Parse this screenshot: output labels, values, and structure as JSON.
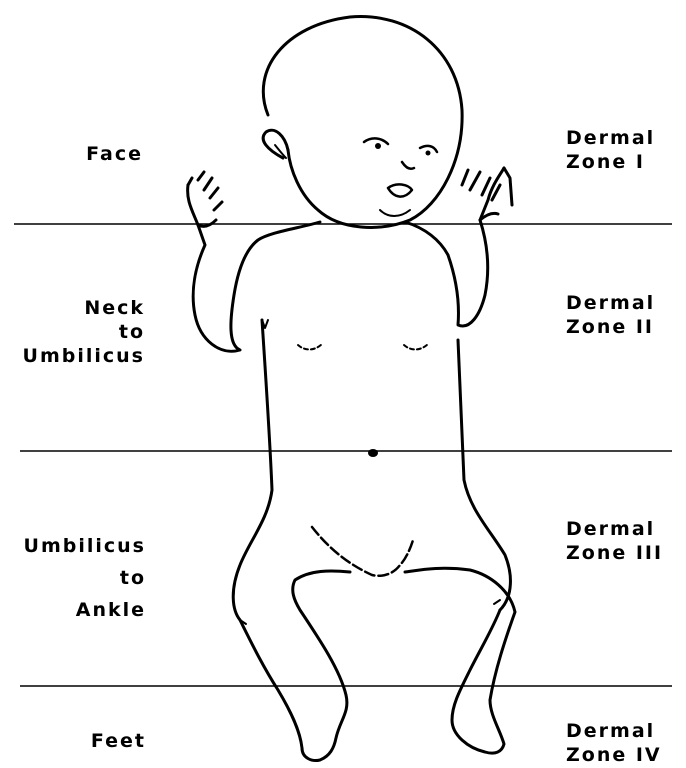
{
  "regions": [
    {
      "left_lines": [
        "Face"
      ],
      "right_lines": [
        "Dermal",
        "Zone I"
      ]
    },
    {
      "left_lines": [
        "Neck",
        "to",
        "Umbilicus"
      ],
      "right_lines": [
        "Dermal",
        "Zone II"
      ]
    },
    {
      "left_lines": [
        "Umbilicus",
        "to",
        "Ankle"
      ],
      "right_lines": [
        "Dermal",
        "Zone III"
      ]
    },
    {
      "left_lines": [
        "Feet"
      ],
      "right_lines": [
        "Dermal",
        "Zone IV"
      ]
    }
  ]
}
